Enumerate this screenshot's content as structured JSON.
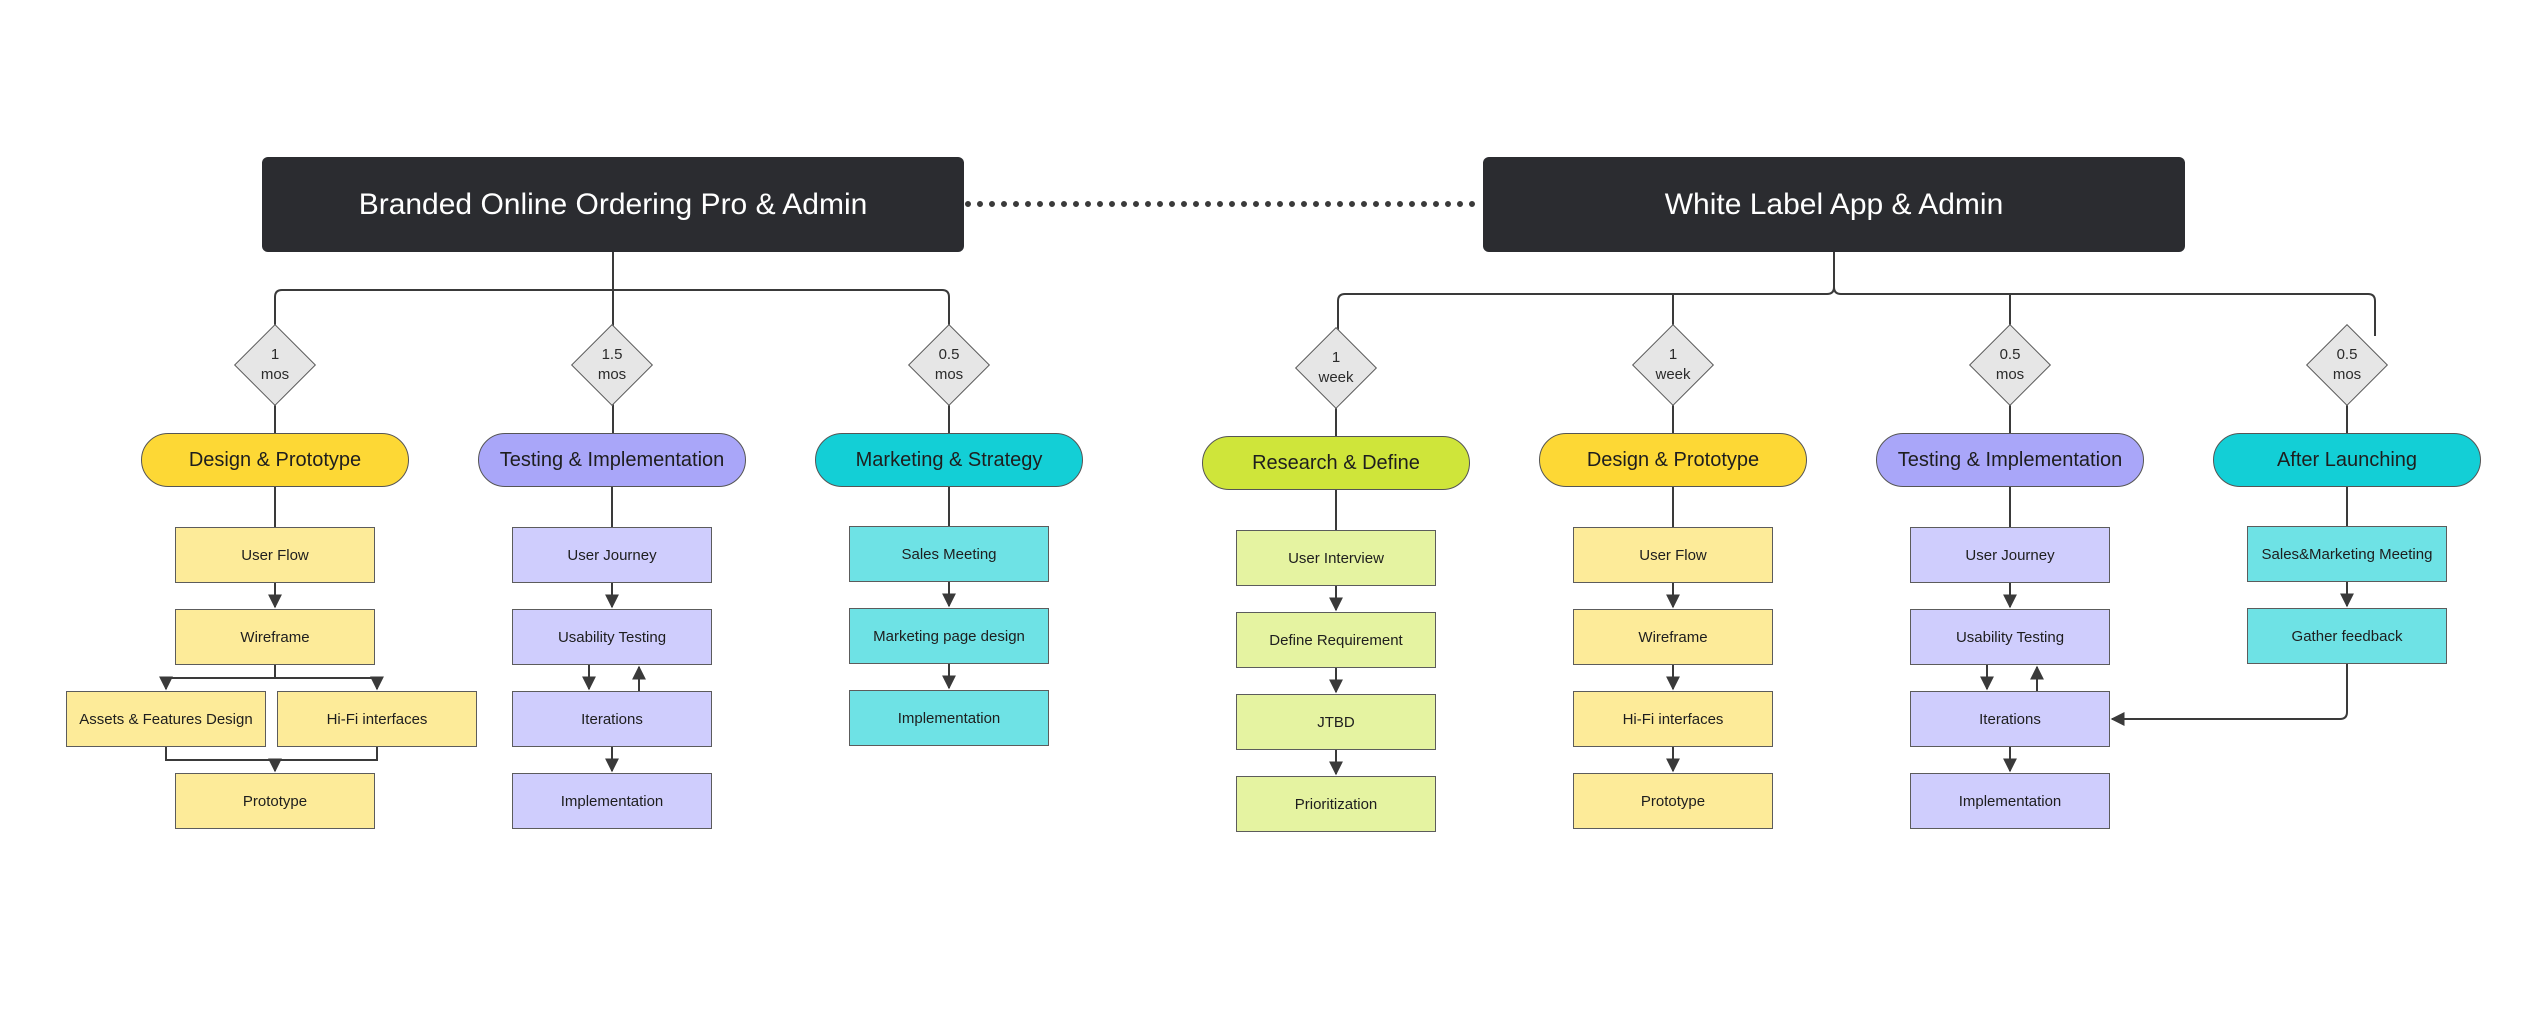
{
  "colors": {
    "header_bg": "#2b2c30",
    "line": "#3a3a3a",
    "yellow_phase": "#fdd835",
    "yellow_task": "#fdeb99",
    "purple_phase": "#a9a6f9",
    "purple_task": "#cfcdfd",
    "teal_phase": "#13cfd6",
    "teal_task": "#6ee2e5",
    "green_phase": "#cfe53a",
    "green_task": "#e5f3a1",
    "diamond_fill": "#e6e6e6"
  },
  "groups": [
    {
      "title": "Branded Online Ordering Pro & Admin",
      "phases": [
        {
          "duration": [
            "1",
            "mos"
          ],
          "label": "Design & Prototype",
          "color": "yellow",
          "tasks": [
            "User Flow",
            "Wireframe",
            "Assets & Features Design",
            "Hi-Fi interfaces",
            "Prototype"
          ]
        },
        {
          "duration": [
            "1.5",
            "mos"
          ],
          "label": "Testing & Implementation",
          "color": "purple",
          "tasks": [
            "User Journey",
            "Usability Testing",
            "Iterations",
            "Implementation"
          ]
        },
        {
          "duration": [
            "0.5",
            "mos"
          ],
          "label": "Marketing & Strategy",
          "color": "teal",
          "tasks": [
            "Sales Meeting",
            "Marketing page design",
            "Implementation"
          ]
        }
      ]
    },
    {
      "title": "White Label App & Admin",
      "phases": [
        {
          "duration": [
            "1",
            "week"
          ],
          "label": "Research & Define",
          "color": "green",
          "tasks": [
            "User Interview",
            "Define Requirement",
            "JTBD",
            "Prioritization"
          ]
        },
        {
          "duration": [
            "1",
            "week"
          ],
          "label": "Design & Prototype",
          "color": "yellow",
          "tasks": [
            "User Flow",
            "Wireframe",
            "Hi-Fi interfaces",
            "Prototype"
          ]
        },
        {
          "duration": [
            "0.5",
            "mos"
          ],
          "label": "Testing & Implementation",
          "color": "purple",
          "tasks": [
            "User Journey",
            "Usability Testing",
            "Iterations",
            "Implementation"
          ]
        },
        {
          "duration": [
            "0.5",
            "mos"
          ],
          "label": "After Launching",
          "color": "teal",
          "tasks": [
            "Sales&Marketing Meeting",
            "Gather feedback"
          ]
        }
      ]
    }
  ]
}
